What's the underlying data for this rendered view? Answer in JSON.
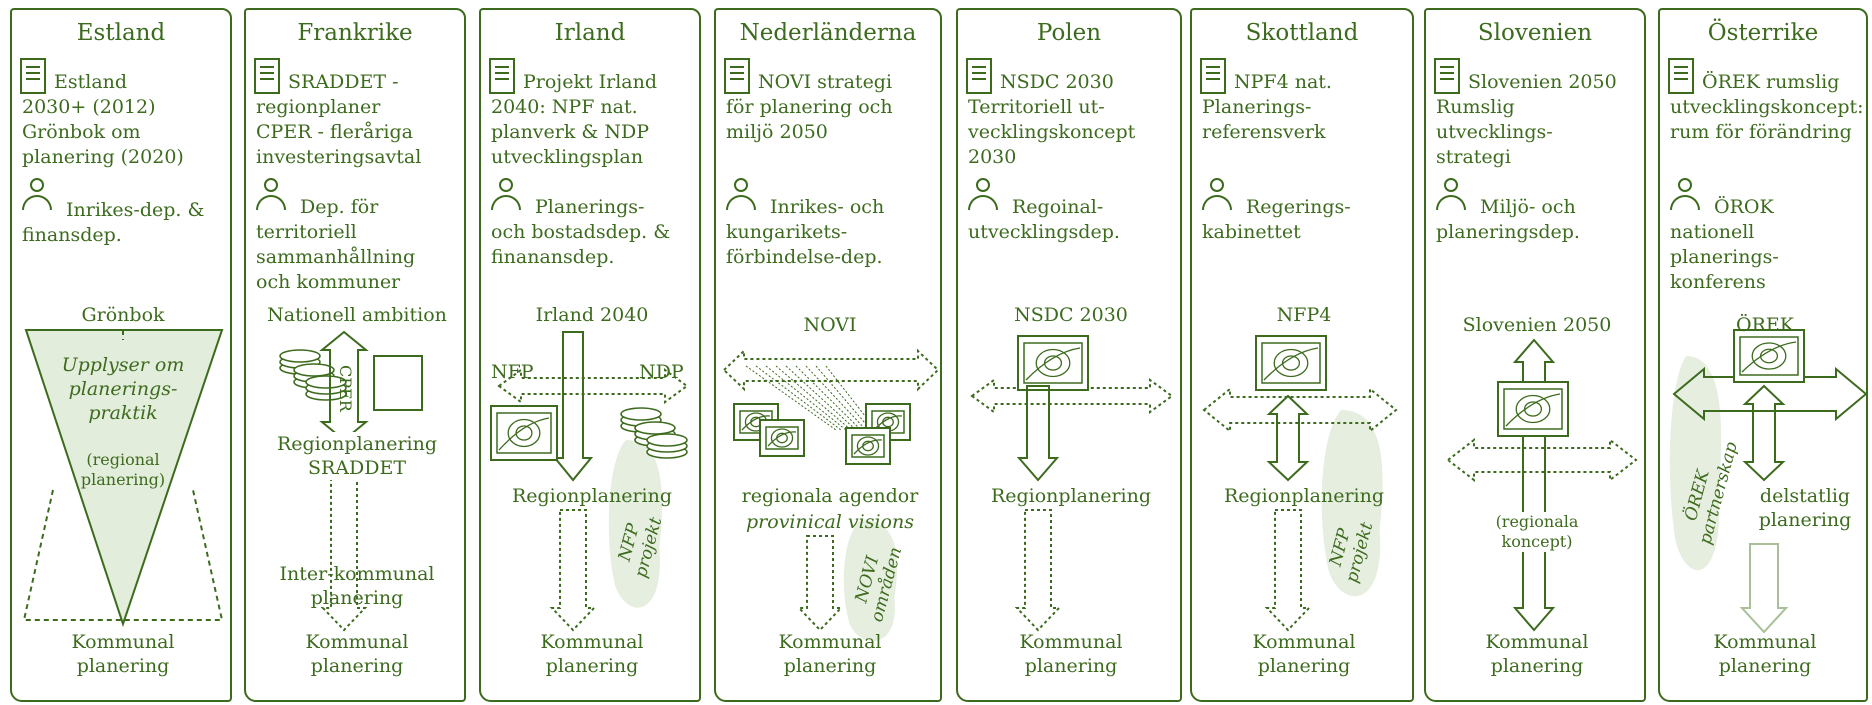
{
  "colors": {
    "ink": "#3d6b1e",
    "fill_light": "#e3eddb",
    "blob": "#e6eee0"
  },
  "columns": [
    {
      "title": "Estland",
      "doc": "Estland\n2030+ (2012)\nGrönbok om\nplanering (2020)",
      "dept": "Inrikes-dep. &\nfinansdep.",
      "labels": [
        "Grönbok",
        "Upplyser om\nplanerings-\npraktik",
        "(regional\nplanering)",
        "Kommunal\nplanering"
      ],
      "icons": [
        "document-icon",
        "person-icon"
      ]
    },
    {
      "title": "Frankrike",
      "doc": "SRADDET -\nregionplaner\nCPER - fleråriga\ninvesteringsavtal",
      "dept": "Dep. för\nterritoriell\nsammanhållning\noch kommuner",
      "labels": [
        "Nationell  ambition",
        "CPER",
        "Regionplanering\nSRADDET",
        "Inter-kommunal\nplanering",
        "Kommunal\nplanering"
      ],
      "icons": [
        "document-icon",
        "person-icon",
        "coins-icon",
        "contract-icon"
      ]
    },
    {
      "title": "Irland",
      "doc": "Projekt Irland\n2040: NPF nat.\nplanverk & NDP\nutvecklingsplan",
      "dept": "Planerings-\noch bostadsdep. &\nfinanansdep.",
      "labels": [
        "Irland 2040",
        "NFP",
        "NDP",
        "Regionplanering",
        "NFP\nprojekt",
        "Kommunal\nplanering"
      ],
      "icons": [
        "document-icon",
        "person-icon",
        "map-icon",
        "coins-icon"
      ]
    },
    {
      "title": "Nederländerna",
      "doc": "NOVI strategi\nför planering och\nmiljö 2050",
      "dept": "Inrikes- och\nkungarikets-\nförbindelse-dep.",
      "labels": [
        "NOVI",
        "regionala agendor",
        "provinical visions",
        "NOVI\nområden",
        "Kommunal\nplanering"
      ],
      "icons": [
        "document-icon",
        "person-icon",
        "map-icon"
      ]
    },
    {
      "title": "Polen",
      "doc": "NSDC 2030\nTerritoriell ut-\nvecklingskoncept\n2030",
      "dept": "Regoinal-\nutvecklingsdep.",
      "labels": [
        "NSDC 2030",
        "Regionplanering",
        "Kommunal\nplanering"
      ],
      "icons": [
        "document-icon",
        "person-icon",
        "map-icon"
      ]
    },
    {
      "title": "Skottland",
      "doc": "NPF4 nat.\nPlanerings-\nreferensverk",
      "dept": "Regerings-\nkabinettet",
      "labels": [
        "NFP4",
        "Regionplanering",
        "NFP\nprojekt",
        "Kommunal\nplanering"
      ],
      "icons": [
        "document-icon",
        "person-icon",
        "map-icon"
      ]
    },
    {
      "title": "Slovenien",
      "doc": "Slovenien 2050\nRumslig\nutvecklings-\nstrategi",
      "dept": "Miljö- och\nplaneringsdep.",
      "labels": [
        "Slovenien 2050",
        "(regionala\nkoncept)",
        "Kommunal\nplanering"
      ],
      "icons": [
        "document-icon",
        "person-icon",
        "map-icon"
      ]
    },
    {
      "title": "Österrike",
      "doc": "ÖREK rumslig\nutvecklingskoncept:\nrum för förändring",
      "dept": "ÖROK\nnationell\nplanerings-\nkonferens",
      "labels": [
        "ÖREK",
        "ÖREK\npartnerskap",
        "delstatlig\nplanering",
        "Kommunal\nplanering"
      ],
      "icons": [
        "document-icon",
        "person-icon",
        "map-icon"
      ]
    }
  ]
}
